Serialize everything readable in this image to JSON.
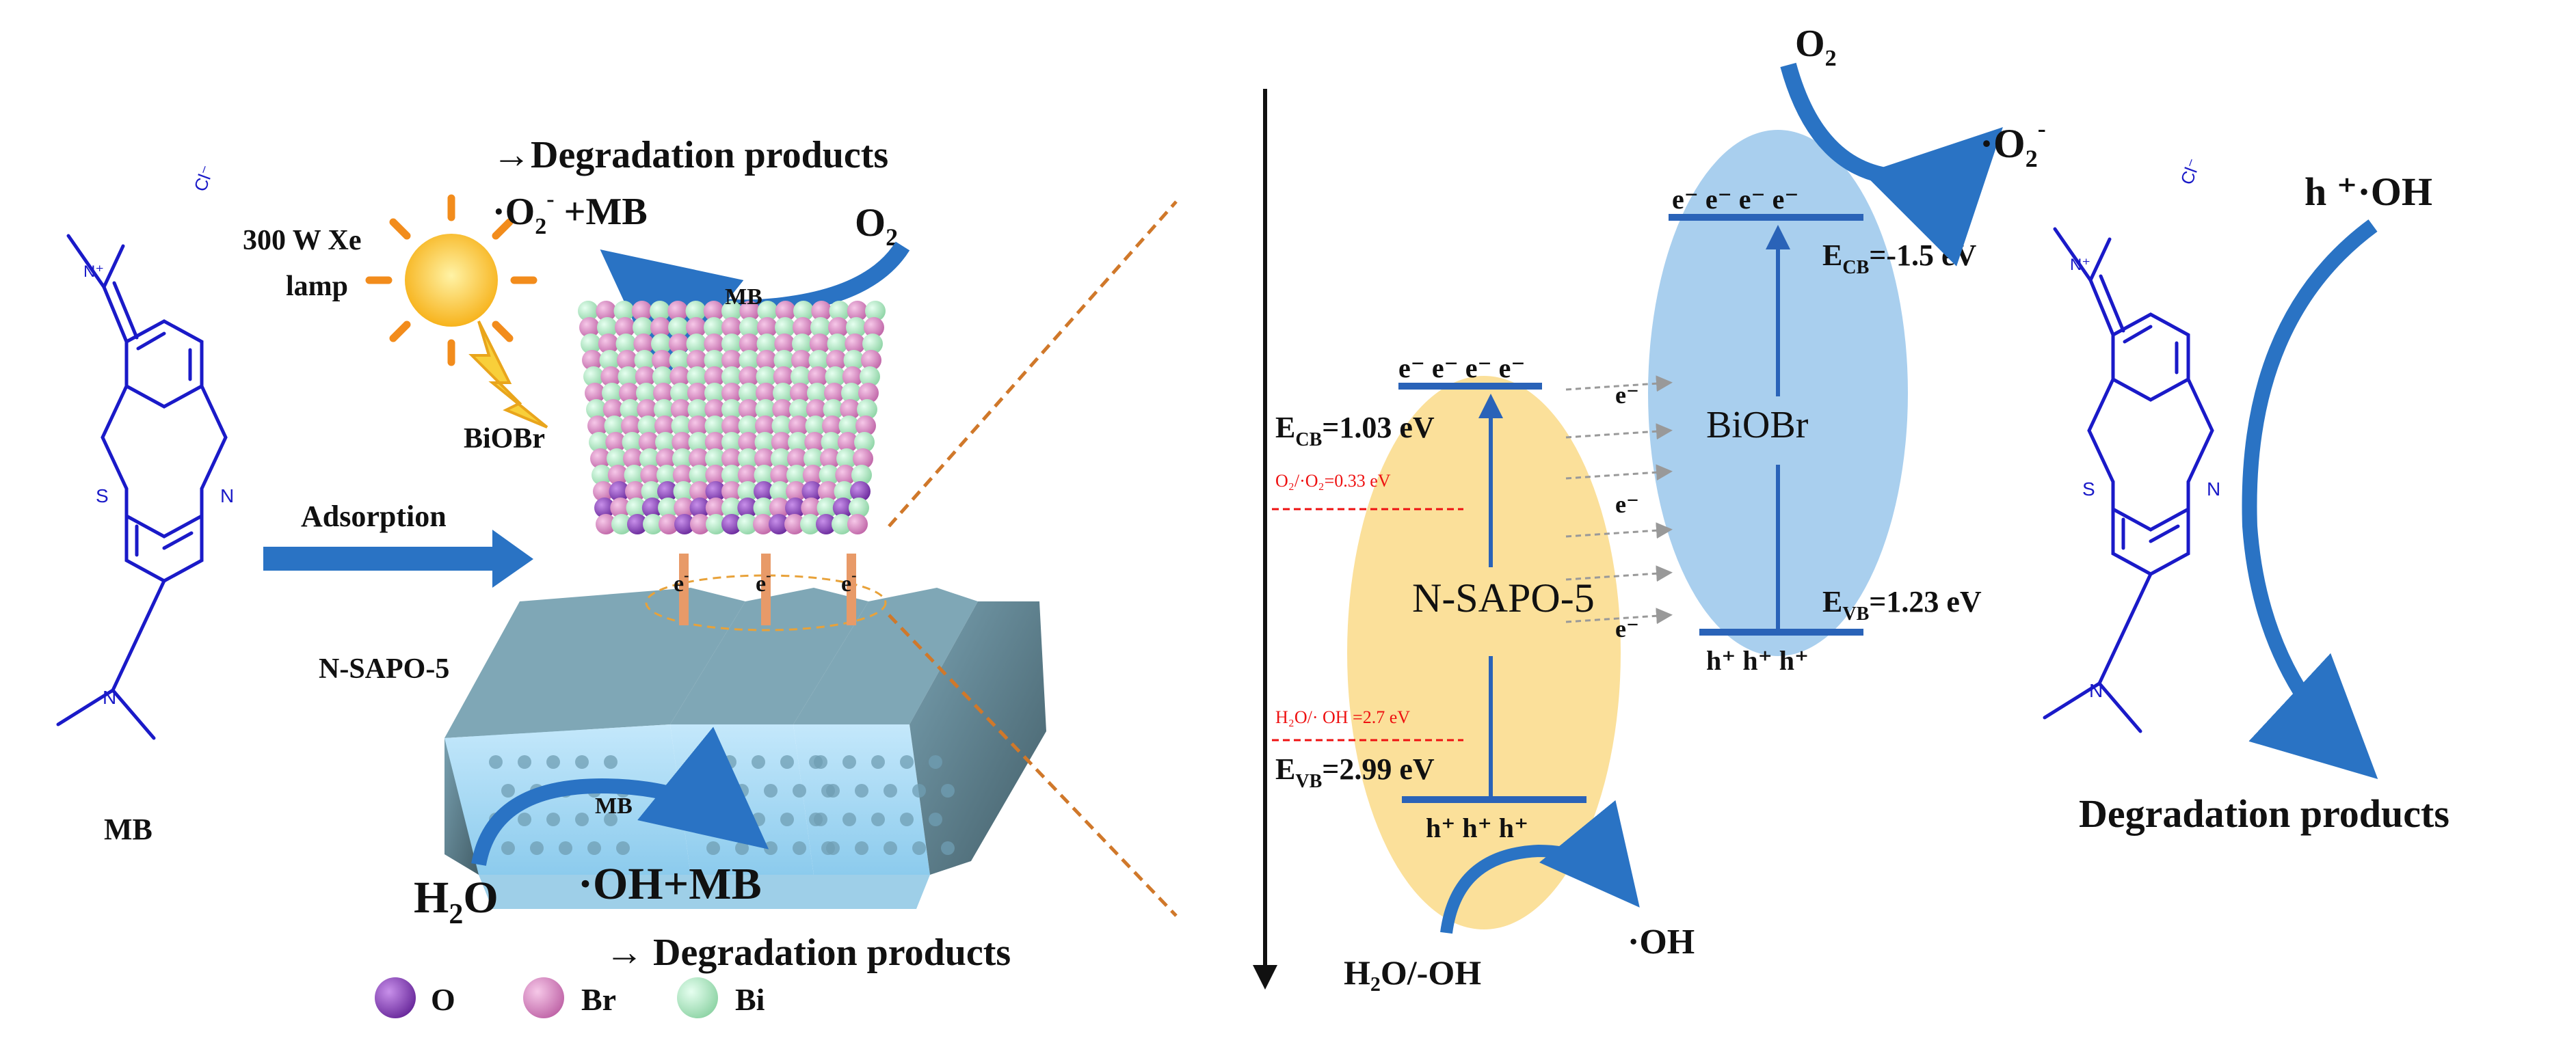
{
  "colors": {
    "mb_blue": "#1a1ac8",
    "arrow_blue": "#2a73c4",
    "band_blue": "#2a63b8",
    "nsapo_yellow": "#fbe09a",
    "biobr_blue": "#a9cfee",
    "crystal_face": "#a9d9f3",
    "crystal_dark": "#5f8290",
    "oxygen": "#8b3fc0",
    "bromine": "#d98ac4",
    "bismuth": "#b5ecc6",
    "sun": "#f7c12a",
    "redox_red": "#ee1111",
    "divider_orange": "#d0782a"
  },
  "left_panel": {
    "mb_counterion": "Cl⁻",
    "mb_atom_s": "S",
    "mb_atom_n": "N",
    "mb_atom_nplus": "N⁺",
    "mb_atom_namine": "N",
    "mb_label": "MB",
    "lamp_power": "300 W Xe",
    "lamp_word": "lamp",
    "catalyst_label": "BiOBr",
    "adsorption_label": "Adsorption",
    "nsapo_label": "N-SAPO-5",
    "top_product": "→Degradation products",
    "top_reaction_radical": "·O",
    "top_reaction_sub": "2",
    "top_reaction_sup": "-",
    "top_reaction_tail": " +MB",
    "o2_main": "O",
    "o2_sub": "2",
    "mb_on_top": "MB",
    "electron": "e",
    "electron_sup": "-",
    "mb_bottom": "MB",
    "h2o_main": "H",
    "h2o_sub": "2",
    "h2o_tail": "O",
    "oh_mb": "·OH+MB",
    "bottom_product": "→ Degradation products",
    "legend": [
      {
        "name": "O",
        "color": "#8b3fc0"
      },
      {
        "name": "Br",
        "color": "#d98ac4"
      },
      {
        "name": "Bi",
        "color": "#b5ecc6"
      }
    ]
  },
  "right_panel": {
    "o2_top_main": "O",
    "o2_top_sub": "2",
    "superoxide_main": "·O",
    "superoxide_sub": "2",
    "superoxide_sup": "-",
    "biobr_cb_electrons": "e⁻ e⁻ e⁻ e⁻",
    "biobr_ecb_main": "E",
    "biobr_ecb_sub": "CB",
    "biobr_ecb_value": "=-1.5 eV",
    "biobr_label": "BiOBr",
    "biobr_evb_main": "E",
    "biobr_evb_sub": "VB",
    "biobr_evb_value": "=1.23 eV",
    "biobr_vb_holes": "h⁺ h⁺ h⁺",
    "nsapo_cb_electrons": "e⁻ e⁻ e⁻ e⁻",
    "nsapo_ecb_main": "E",
    "nsapo_ecb_sub": "CB",
    "nsapo_ecb_value": "=1.03 eV",
    "redox_o2": "O₂/·O₂=0.33 eV",
    "nsapo_label": "N-SAPO-5",
    "redox_h2o": "H₂O/· OH =2.7 eV",
    "nsapo_evb_main": "E",
    "nsapo_evb_sub": "VB",
    "nsapo_evb_value": "=2.99 eV",
    "nsapo_vb_holes": "h⁺ h⁺ h⁺",
    "transfer_electron": "e⁻",
    "h2o_oh_label": "H₂O/-OH",
    "oh_label": "·OH"
  },
  "far_right": {
    "mb_counterion": "Cl⁻",
    "mb_atom_s": "S",
    "mb_atom_n": "N",
    "mb_atom_nplus": "N⁺",
    "mb_atom_namine": "N",
    "radicals": "h ⁺·OH",
    "product": "Degradation products"
  }
}
